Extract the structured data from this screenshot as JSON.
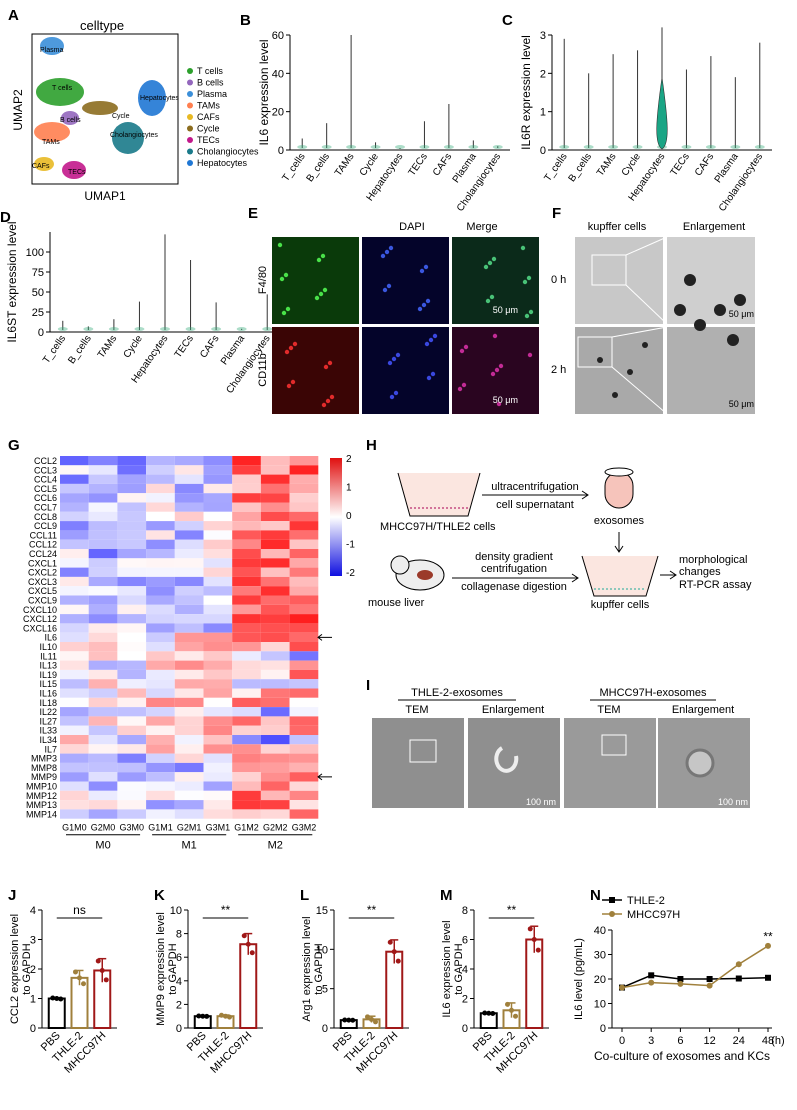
{
  "panels": {
    "A": "A",
    "B": "B",
    "C": "C",
    "D": "D",
    "E": "E",
    "F": "F",
    "G": "G",
    "H": "H",
    "I": "I",
    "J": "J",
    "K": "K",
    "L": "L",
    "M": "M",
    "N": "N"
  },
  "umap": {
    "title": "celltype",
    "xlabel": "UMAP1",
    "ylabel": "UMAP2",
    "clusters": [
      {
        "label": "Plasma",
        "color": "#3b8fd9"
      },
      {
        "label": "T cells",
        "color": "#2ca02c"
      },
      {
        "label": "Hepatocytes",
        "color": "#1f77d4"
      },
      {
        "label": "Cycle",
        "color": "#8c6d1f"
      },
      {
        "label": "B cells",
        "color": "#9467bd"
      },
      {
        "label": "TAMs",
        "color": "#ff7f50"
      },
      {
        "label": "Cholangiocytes",
        "color": "#1a7a8a"
      },
      {
        "label": "CAFs",
        "color": "#e8b923"
      },
      {
        "label": "TECs",
        "color": "#c2188b"
      }
    ],
    "legend": [
      {
        "label": "T cells",
        "color": "#2ca02c"
      },
      {
        "label": "B cells",
        "color": "#9467bd"
      },
      {
        "label": "Plasma",
        "color": "#3b8fd9"
      },
      {
        "label": "TAMs",
        "color": "#ff7f50"
      },
      {
        "label": "CAFs",
        "color": "#e8b923"
      },
      {
        "label": "Cycle",
        "color": "#8c6d1f"
      },
      {
        "label": "TECs",
        "color": "#c2188b"
      },
      {
        "label": "Cholangiocytes",
        "color": "#1a7a8a"
      },
      {
        "label": "Hepatocytes",
        "color": "#1f77d4"
      }
    ]
  },
  "violin_categories_B": [
    "T_cells",
    "B_cells",
    "TAMs",
    "Cycle",
    "Hepatocytes",
    "TECs",
    "CAFs",
    "Plasma",
    "Cholangiocytes"
  ],
  "violin_categories_C": [
    "T_cells",
    "B_cells",
    "TAMs",
    "Cycle",
    "Hepatocytes",
    "TECs",
    "CAFs",
    "Plasma",
    "Cholangiocytes"
  ],
  "violin_categories_D": [
    "T_cells",
    "B_cells",
    "TAMs",
    "Cycle",
    "Hepatocytes",
    "TECs",
    "CAFs",
    "Plasma",
    "Cholangiocytes"
  ],
  "micro": {
    "E_cols": [
      "DAPI",
      "Merge"
    ],
    "E_rows": [
      "F4/80",
      "CD11b"
    ],
    "scale": "50 μm",
    "F_cols": [
      "kupffer cells",
      "Enlargement"
    ],
    "F_rows": [
      "0 h",
      "2 h"
    ],
    "I_groups": [
      "THLE-2-exosomes",
      "MHCC97H-exosomes"
    ],
    "I_cols": [
      "TEM",
      "Enlargement",
      "TEM",
      "Enlargement"
    ],
    "I_scale": "100 nm"
  },
  "heatmap": {
    "genes": [
      "CCL2",
      "CCL3",
      "CCL4",
      "CCL5",
      "CCL6",
      "CCL7",
      "CCL8",
      "CCL9",
      "CCL11",
      "CCL12",
      "CCL24",
      "CXCL1",
      "CXCL2",
      "CXCL3",
      "CXCL5",
      "CXCL9",
      "CXCL10",
      "CXCL12",
      "CXCL16",
      "IL6",
      "IL10",
      "IL11",
      "IL13",
      "IL19",
      "IL15",
      "IL16",
      "IL18",
      "IL22",
      "IL27",
      "IL33",
      "IL34",
      "IL7",
      "MMP3",
      "MMP8",
      "MMP9",
      "MMP10",
      "MMP12",
      "MMP13",
      "MMP14"
    ],
    "samples": [
      "G1M0",
      "G2M0",
      "G3M0",
      "G1M1",
      "G2M1",
      "G3M1",
      "G1M2",
      "G2M2",
      "G3M2"
    ],
    "groups": [
      "M0",
      "M1",
      "M2"
    ],
    "scale_ticks": [
      "2",
      "1",
      "0",
      "-1",
      "-2"
    ],
    "arrow_rows": [
      "IL6",
      "MMP9"
    ]
  },
  "schematic": {
    "cells": "MHCC97H/THLE2 cells",
    "arrow1_top": "ultracentrifugation",
    "arrow1_bottom": "cell supernatant",
    "exosomes": "exosomes",
    "arrow2_top1": "density gradient",
    "arrow2_top2": "centrifugation",
    "arrow2_bottom": "collagenase digestion",
    "mouse": "mouse liver",
    "kupffer": "kupffer cells",
    "out1": "morphological",
    "out2": "changes",
    "out3": "RT-PCR assay"
  },
  "chart_data": [
    {
      "type": "violin",
      "panel": "B",
      "ylabel": "IL6 expression level",
      "ylim": [
        0,
        60
      ],
      "yticks": [
        0,
        20,
        40,
        60
      ],
      "categories": [
        "T_cells",
        "B_cells",
        "TAMs",
        "Cycle",
        "Hepatocytes",
        "TECs",
        "CAFs",
        "Plasma",
        "Cholangiocytes"
      ],
      "max_values": [
        6,
        14,
        60,
        4,
        0.5,
        15,
        24,
        5,
        2
      ]
    },
    {
      "type": "violin",
      "panel": "C",
      "ylabel": "IL6R expression level",
      "ylim": [
        0,
        3
      ],
      "yticks": [
        0,
        1,
        2,
        3
      ],
      "categories": [
        "T_cells",
        "B_cells",
        "TAMs",
        "Cycle",
        "Hepatocytes",
        "TECs",
        "CAFs",
        "Plasma",
        "Cholangiocytes"
      ],
      "max_values": [
        2.9,
        2.0,
        2.5,
        2.6,
        3.2,
        2.1,
        2.45,
        1.9,
        2.8
      ]
    },
    {
      "type": "violin",
      "panel": "D",
      "ylabel": "IL6ST expression level",
      "ylim": [
        0,
        125
      ],
      "yticks": [
        0,
        25,
        50,
        75,
        100
      ],
      "categories": [
        "T_cells",
        "B_cells",
        "TAMs",
        "Cycle",
        "Hepatocytes",
        "TECs",
        "CAFs",
        "Plasma",
        "Cholangiocytes"
      ],
      "max_values": [
        14,
        7,
        16,
        38,
        122,
        90,
        37,
        4,
        47
      ]
    },
    {
      "type": "bar",
      "panel": "J",
      "ylabel": "CCL2 expression level to GAPDH",
      "categories": [
        "PBS",
        "THLE-2",
        "MHCC97H"
      ],
      "values": [
        1.0,
        1.7,
        1.95
      ],
      "errors": [
        0.02,
        0.25,
        0.4
      ],
      "ylim": [
        0,
        4
      ],
      "yticks": [
        0,
        1,
        2,
        3,
        4
      ],
      "sig": "ns"
    },
    {
      "type": "bar",
      "panel": "K",
      "ylabel": "MMP9 expression level to GAPDH",
      "categories": [
        "PBS",
        "THLE-2",
        "MHCC97H"
      ],
      "values": [
        1.0,
        1.0,
        7.1
      ],
      "errors": [
        0.02,
        0.1,
        0.9
      ],
      "ylim": [
        0,
        10
      ],
      "yticks": [
        0,
        2,
        4,
        6,
        8,
        10
      ],
      "sig": "**"
    },
    {
      "type": "bar",
      "panel": "L",
      "ylabel": "Arg1 expression level to GAPDH",
      "categories": [
        "PBS",
        "THLE-2",
        "MHCC97H"
      ],
      "values": [
        1.0,
        1.1,
        9.7
      ],
      "errors": [
        0.02,
        0.4,
        1.5
      ],
      "ylim": [
        0,
        15
      ],
      "yticks": [
        0,
        5,
        10,
        15
      ],
      "sig": "**"
    },
    {
      "type": "bar",
      "panel": "M",
      "ylabel": "IL6 expression level to GAPDH",
      "categories": [
        "PBS",
        "THLE-2",
        "MHCC97H"
      ],
      "values": [
        1.0,
        1.2,
        6.0
      ],
      "errors": [
        0.02,
        0.5,
        0.9
      ],
      "ylim": [
        0,
        8
      ],
      "yticks": [
        0,
        2,
        4,
        6,
        8
      ],
      "sig": "**"
    },
    {
      "type": "line",
      "panel": "N",
      "ylabel": "IL6 level (pg/mL)",
      "xlabel": "Co-culture of exosomes and KCs",
      "x": [
        "0",
        "3",
        "6",
        "12",
        "24",
        "48"
      ],
      "xunit": "(h)",
      "ylim": [
        0,
        40
      ],
      "yticks": [
        0,
        10,
        20,
        30,
        40
      ],
      "series": [
        {
          "name": "THLE-2",
          "values": [
            16.5,
            21.5,
            20,
            20,
            20.2,
            20.5
          ]
        },
        {
          "name": "MHCC97H",
          "values": [
            16.5,
            18.5,
            18,
            17.3,
            26,
            33.5
          ]
        }
      ],
      "sig": "**"
    }
  ],
  "colors": {
    "thle": "#a0803c",
    "mhcc": "#a01818",
    "pbs": "#000000"
  }
}
